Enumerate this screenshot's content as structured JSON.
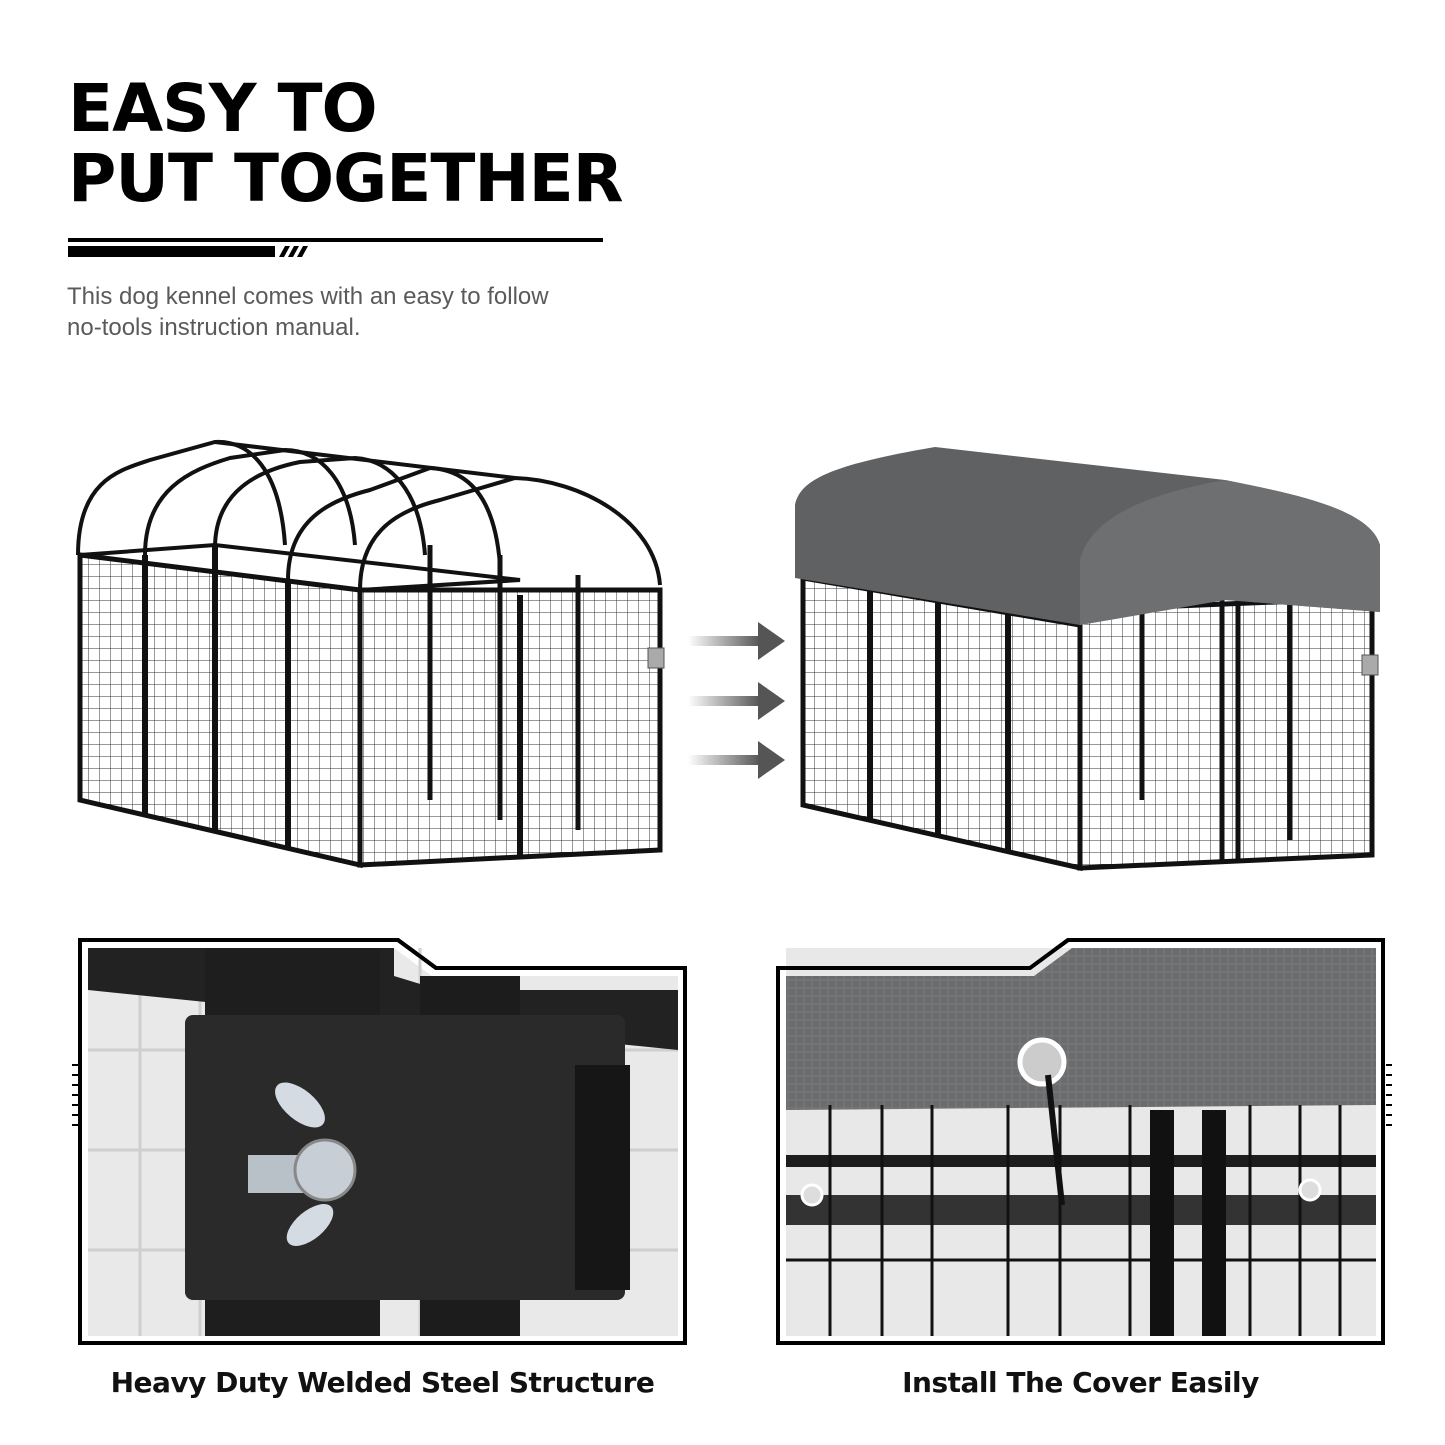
{
  "header": {
    "title_line1": "EASY TO",
    "title_line2": "PUT TOGETHER",
    "description": "This dog kennel comes with an easy to follow no-tools instruction manual."
  },
  "illustrations": {
    "left": "kennel-frame-uncovered",
    "right": "kennel-with-cover",
    "arrow_count": 3
  },
  "details": [
    {
      "caption": "Heavy Duty Welded Steel Structure"
    },
    {
      "caption": "Install The Cover Easily"
    }
  ],
  "colors": {
    "text": "#000000",
    "description": "#5a5a5a",
    "cover": "#5f6062",
    "frame": "#1a1a1a"
  }
}
